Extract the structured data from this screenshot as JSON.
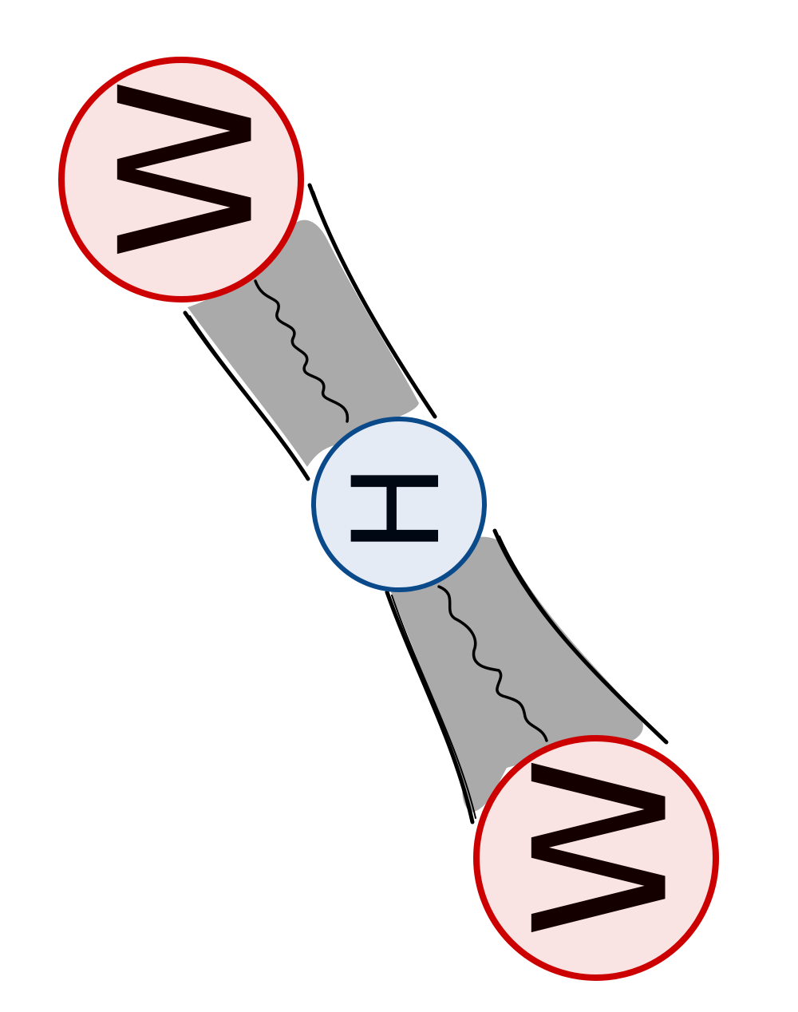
{
  "atoms": {
    "top_oxygen": {
      "label": "W",
      "fill": "#f9e3e3",
      "stroke": "#cc0000",
      "text_color": "#150000"
    },
    "hydrogen": {
      "label": "H",
      "fill": "#e4ebf4",
      "stroke": "#0a4a8a",
      "text_color": "#000814"
    },
    "bottom_oxygen": {
      "label": "W",
      "fill": "#f9e3e3",
      "stroke": "#cc0000",
      "text_color": "#150000"
    }
  },
  "bond": {
    "fill": "#aaaaaa",
    "edge_color": "#000000"
  }
}
